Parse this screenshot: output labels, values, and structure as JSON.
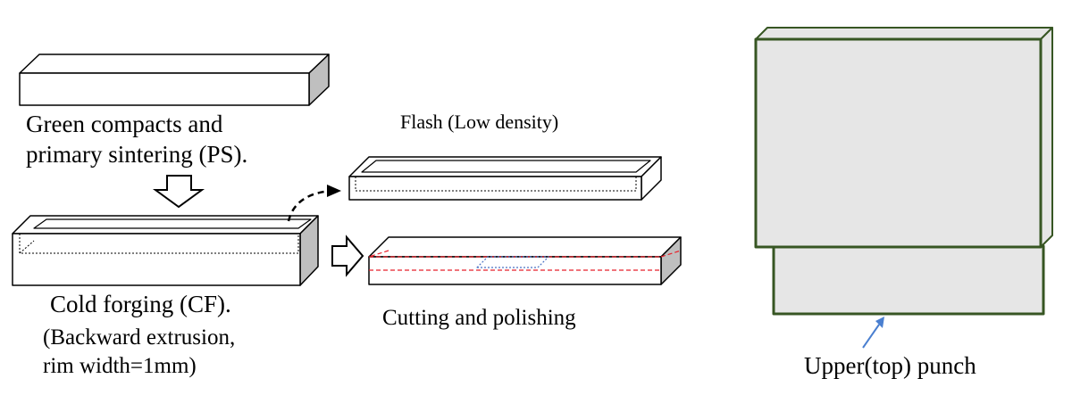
{
  "labels": {
    "green_compacts_line1": "Green compacts and",
    "green_compacts_line2": "primary sintering (PS).",
    "flash": "Flash (Low density)",
    "cold_forging": "Cold forging (CF).",
    "backward_extrusion_line1": "(Backward extrusion,",
    "backward_extrusion_line2": "rim width=1mm)",
    "cutting_polishing": "Cutting and polishing",
    "upper_punch": "Upper(top) punch"
  },
  "colors": {
    "outline": "#000000",
    "side_face": "#bfbfbf",
    "punch_fill": "#e6e6e6",
    "punch_edge": "#375623",
    "cut_line": "#e8202a",
    "specimen_line": "#4a72c4",
    "pointer_arrow": "#4a7fd0"
  }
}
